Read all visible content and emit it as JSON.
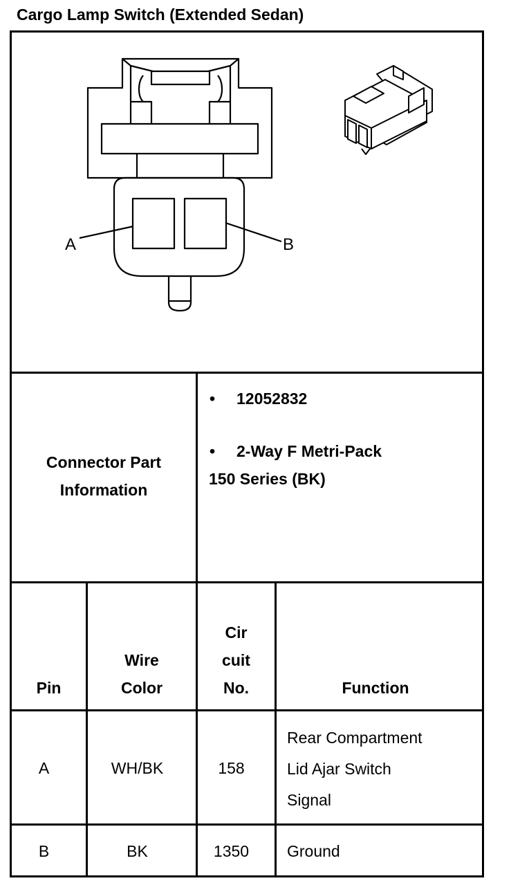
{
  "title": "Cargo Lamp Switch (Extended Sedan)",
  "diagram": {
    "pin_a_label": "A",
    "pin_b_label": "B"
  },
  "connector": {
    "label_line1": "Connector Part",
    "label_line2": "Information",
    "part_number": "12052832",
    "desc_line1": "2-Way F Metri-Pack",
    "desc_line2": "150 Series (BK)",
    "bullet": "•"
  },
  "table": {
    "headers": {
      "pin": "Pin",
      "wire_color_line1": "Wire",
      "wire_color_line2": "Color",
      "circuit_line1": "Cir",
      "circuit_line2": "cuit",
      "circuit_line3": "No.",
      "function": "Function"
    },
    "rows": [
      {
        "pin": "A",
        "wire_color": "WH/BK",
        "circuit": "158",
        "function_line1": "Rear Compartment",
        "function_line2": "Lid Ajar Switch",
        "function_line3": "Signal"
      },
      {
        "pin": "B",
        "wire_color": "BK",
        "circuit": "1350",
        "function_line1": "Ground"
      }
    ]
  }
}
